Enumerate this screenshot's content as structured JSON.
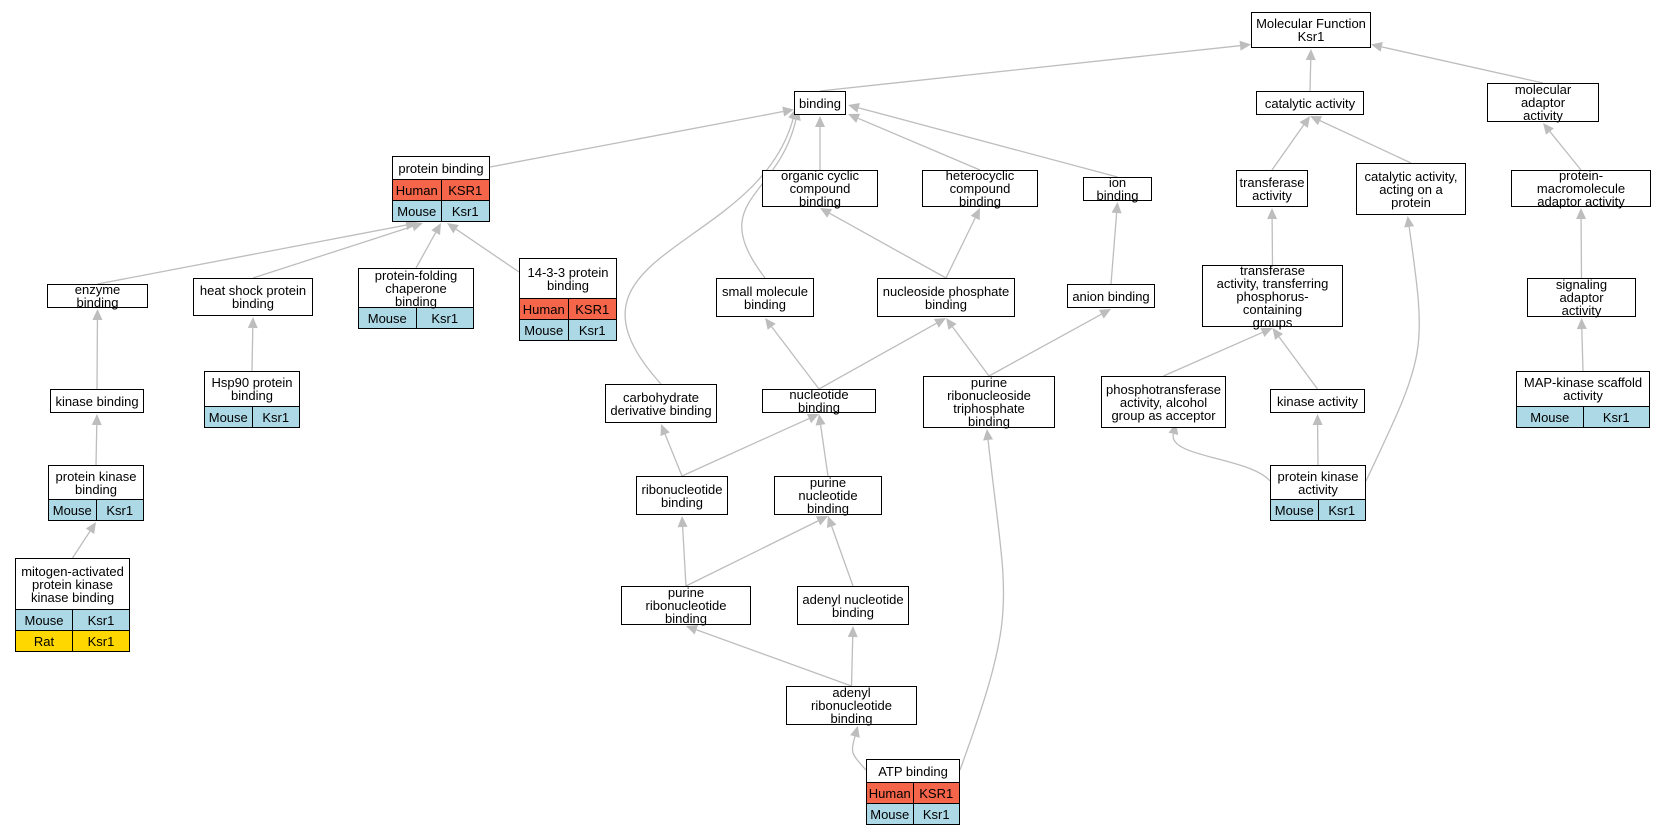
{
  "colors": {
    "edge": "#bdbdbd",
    "species": {
      "Human": "#f4654a",
      "Mouse": "#add8e6",
      "Rat": "#ffd700"
    }
  },
  "nodes": [
    {
      "id": "mf",
      "label": "Molecular Function\nKsr1",
      "rows": []
    },
    {
      "id": "binding",
      "label": "binding",
      "rows": []
    },
    {
      "id": "catalytic",
      "label": "catalytic activity",
      "rows": []
    },
    {
      "id": "adaptor",
      "label": "molecular adaptor\nactivity",
      "rows": []
    },
    {
      "id": "protein_binding",
      "label": "protein binding",
      "rows": [
        [
          "Human",
          "KSR1"
        ],
        [
          "Mouse",
          "Ksr1"
        ]
      ]
    },
    {
      "id": "organic_cyclic",
      "label": "organic cyclic\ncompound binding",
      "rows": []
    },
    {
      "id": "heterocyclic",
      "label": "heterocyclic\ncompound binding",
      "rows": []
    },
    {
      "id": "ion_binding",
      "label": "ion binding",
      "rows": []
    },
    {
      "id": "transferase",
      "label": "transferase\nactivity",
      "rows": []
    },
    {
      "id": "cat_protein",
      "label": "catalytic activity,\nacting on a\nprotein",
      "rows": []
    },
    {
      "id": "prot_macro",
      "label": "protein-macromolecule\nadaptor activity",
      "rows": []
    },
    {
      "id": "enzyme_binding",
      "label": "enzyme binding",
      "rows": []
    },
    {
      "id": "hsp_binding",
      "label": "heat shock protein\nbinding",
      "rows": []
    },
    {
      "id": "folding",
      "label": "protein-folding\nchaperone binding",
      "rows": [
        [
          "Mouse",
          "Ksr1"
        ]
      ]
    },
    {
      "id": "p1433",
      "label": "14-3-3 protein\nbinding",
      "rows": [
        [
          "Human",
          "KSR1"
        ],
        [
          "Mouse",
          "Ksr1"
        ]
      ]
    },
    {
      "id": "small_mol",
      "label": "small molecule\nbinding",
      "rows": []
    },
    {
      "id": "nuc_phos",
      "label": "nucleoside phosphate\nbinding",
      "rows": []
    },
    {
      "id": "anion",
      "label": "anion binding",
      "rows": []
    },
    {
      "id": "trans_phos",
      "label": "transferase\nactivity, transferring\nphosphorus-containing\ngroups",
      "rows": []
    },
    {
      "id": "sig_adaptor",
      "label": "signaling adaptor\nactivity",
      "rows": []
    },
    {
      "id": "hsp90",
      "label": "Hsp90 protein\nbinding",
      "rows": [
        [
          "Mouse",
          "Ksr1"
        ]
      ]
    },
    {
      "id": "kinase_binding",
      "label": "kinase binding",
      "rows": []
    },
    {
      "id": "carb_deriv",
      "label": "carbohydrate\nderivative binding",
      "rows": []
    },
    {
      "id": "nucleotide",
      "label": "nucleotide binding",
      "rows": []
    },
    {
      "id": "purine_ribonucleoside_tp",
      "label": "purine ribonucleoside\ntriphosphate\nbinding",
      "rows": []
    },
    {
      "id": "phosphotrans",
      "label": "phosphotransferase\nactivity, alcohol\ngroup as acceptor",
      "rows": []
    },
    {
      "id": "kinase_act",
      "label": "kinase activity",
      "rows": []
    },
    {
      "id": "mapk_scaffold",
      "label": "MAP-kinase scaffold\nactivity",
      "rows": [
        [
          "Mouse",
          "Ksr1"
        ]
      ]
    },
    {
      "id": "prot_kin_binding",
      "label": "protein kinase\nbinding",
      "rows": [
        [
          "Mouse",
          "Ksr1"
        ]
      ]
    },
    {
      "id": "ribonucleotide",
      "label": "ribonucleotide\nbinding",
      "rows": []
    },
    {
      "id": "purine_nuc",
      "label": "purine nucleotide\nbinding",
      "rows": []
    },
    {
      "id": "prot_kin_act",
      "label": "protein kinase\nactivity",
      "rows": [
        [
          "Mouse",
          "Ksr1"
        ]
      ]
    },
    {
      "id": "mapkk_binding",
      "label": "mitogen-activated\nprotein kinase\nkinase binding",
      "rows": [
        [
          "Mouse",
          "Ksr1"
        ],
        [
          "Rat",
          "Ksr1"
        ]
      ]
    },
    {
      "id": "purine_ribonuc",
      "label": "purine ribonucleotide\nbinding",
      "rows": []
    },
    {
      "id": "adenyl_nuc",
      "label": "adenyl nucleotide\nbinding",
      "rows": []
    },
    {
      "id": "adenyl_ribonuc",
      "label": "adenyl ribonucleotide\nbinding",
      "rows": []
    },
    {
      "id": "atp",
      "label": "ATP binding",
      "rows": [
        [
          "Human",
          "KSR1"
        ],
        [
          "Mouse",
          "Ksr1"
        ]
      ]
    }
  ],
  "edges": [
    [
      "binding",
      "mf"
    ],
    [
      "catalytic",
      "mf"
    ],
    [
      "adaptor",
      "mf"
    ],
    [
      "protein_binding",
      "binding"
    ],
    [
      "organic_cyclic",
      "binding"
    ],
    [
      "heterocyclic",
      "binding"
    ],
    [
      "ion_binding",
      "binding"
    ],
    [
      "small_mol",
      "binding"
    ],
    [
      "carb_deriv",
      "binding"
    ],
    [
      "transferase",
      "catalytic"
    ],
    [
      "cat_protein",
      "catalytic"
    ],
    [
      "prot_macro",
      "adaptor"
    ],
    [
      "enzyme_binding",
      "protein_binding"
    ],
    [
      "hsp_binding",
      "protein_binding"
    ],
    [
      "folding",
      "protein_binding"
    ],
    [
      "p1433",
      "protein_binding"
    ],
    [
      "nuc_phos",
      "organic_cyclic"
    ],
    [
      "nuc_phos",
      "heterocyclic"
    ],
    [
      "anion",
      "ion_binding"
    ],
    [
      "trans_phos",
      "transferase"
    ],
    [
      "prot_kin_act",
      "cat_protein"
    ],
    [
      "sig_adaptor",
      "prot_macro"
    ],
    [
      "hsp90",
      "hsp_binding"
    ],
    [
      "kinase_binding",
      "enzyme_binding"
    ],
    [
      "nucleotide",
      "small_mol"
    ],
    [
      "nucleotide",
      "nuc_phos"
    ],
    [
      "purine_ribonucleoside_tp",
      "nuc_phos"
    ],
    [
      "purine_ribonucleoside_tp",
      "anion"
    ],
    [
      "phosphotrans",
      "trans_phos"
    ],
    [
      "kinase_act",
      "trans_phos"
    ],
    [
      "mapk_scaffold",
      "sig_adaptor"
    ],
    [
      "prot_kin_binding",
      "kinase_binding"
    ],
    [
      "ribonucleotide",
      "carb_deriv"
    ],
    [
      "ribonucleotide",
      "nucleotide"
    ],
    [
      "purine_nuc",
      "nucleotide"
    ],
    [
      "prot_kin_act",
      "phosphotrans"
    ],
    [
      "prot_kin_act",
      "kinase_act"
    ],
    [
      "mapkk_binding",
      "prot_kin_binding"
    ],
    [
      "purine_ribonuc",
      "ribonucleotide"
    ],
    [
      "purine_ribonuc",
      "purine_nuc"
    ],
    [
      "adenyl_nuc",
      "purine_nuc"
    ],
    [
      "adenyl_ribonuc",
      "purine_ribonuc"
    ],
    [
      "adenyl_ribonuc",
      "adenyl_nuc"
    ],
    [
      "atp",
      "adenyl_ribonuc"
    ],
    [
      "atp",
      "purine_ribonucleoside_tp"
    ]
  ]
}
